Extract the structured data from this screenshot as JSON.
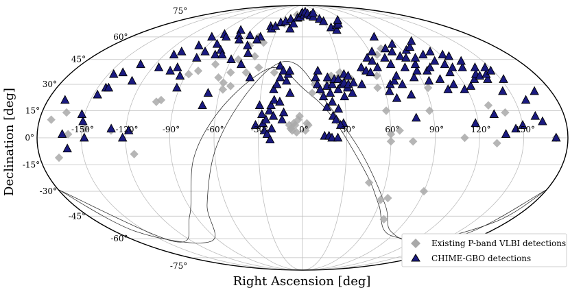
{
  "chart_data": {
    "type": "scatter",
    "projection": "mollweide",
    "xlabel": "Right Ascension [deg]",
    "ylabel": "Declination [deg]",
    "xlim": [
      -180,
      180
    ],
    "ylim": [
      -90,
      90
    ],
    "grid": true,
    "legend_position": "bottom-right",
    "x_ticks": [
      {
        "value": -150,
        "label": "-150°"
      },
      {
        "value": -120,
        "label": "-120°"
      },
      {
        "value": -90,
        "label": "-90°"
      },
      {
        "value": -60,
        "label": "-60°"
      },
      {
        "value": -30,
        "label": "-30°"
      },
      {
        "value": 0,
        "label": "0°"
      },
      {
        "value": 30,
        "label": "30°"
      },
      {
        "value": 60,
        "label": "60°"
      },
      {
        "value": 90,
        "label": "90°"
      },
      {
        "value": 120,
        "label": "120°"
      },
      {
        "value": 150,
        "label": "150°"
      }
    ],
    "y_ticks": [
      {
        "value": 75,
        "label": "75°"
      },
      {
        "value": 60,
        "label": "60°"
      },
      {
        "value": 45,
        "label": "45°"
      },
      {
        "value": 30,
        "label": "30°"
      },
      {
        "value": 15,
        "label": "15°"
      },
      {
        "value": 0,
        "label": "0°"
      },
      {
        "value": -15,
        "label": "-15°"
      },
      {
        "value": -30,
        "label": "-30°"
      },
      {
        "value": -45,
        "label": "-45°"
      },
      {
        "value": -60,
        "label": "-60°"
      },
      {
        "value": -75,
        "label": "-75°"
      }
    ],
    "colors": {
      "vlbi": "#a9a9a9",
      "chime_fill": "#1a1a80",
      "chime_edge": "#000000",
      "frame": "#000000",
      "grid": "#bdbdbd",
      "galactic": "#333333"
    },
    "series": [
      {
        "name": "Existing P-band VLBI detections",
        "marker": "diamond",
        "points": [
          [
            -172,
            10
          ],
          [
            -167,
            -11
          ],
          [
            -163,
            14
          ],
          [
            -159,
            2
          ],
          [
            -148,
            5
          ],
          [
            -130,
            4
          ],
          [
            -115,
            -9
          ],
          [
            -103,
            20
          ],
          [
            -100,
            21
          ],
          [
            -88,
            36
          ],
          [
            -82,
            38
          ],
          [
            -71,
            42
          ],
          [
            -56,
            37
          ],
          [
            -54,
            45
          ],
          [
            -50,
            54
          ],
          [
            -46,
            60
          ],
          [
            -41,
            47
          ],
          [
            -64,
            34
          ],
          [
            -59,
            31
          ],
          [
            -58,
            27
          ],
          [
            -53,
            29
          ],
          [
            -44,
            37
          ],
          [
            -35,
            40
          ],
          [
            -22,
            37
          ],
          [
            -9,
            7
          ],
          [
            -8,
            5
          ],
          [
            -7,
            4
          ],
          [
            -6,
            8
          ],
          [
            -5,
            7
          ],
          [
            -3,
            10
          ],
          [
            -2,
            12
          ],
          [
            2,
            4
          ],
          [
            3,
            8
          ],
          [
            4,
            7
          ],
          [
            7,
            25
          ],
          [
            9,
            30
          ],
          [
            13,
            26
          ],
          [
            18,
            29
          ],
          [
            19,
            32
          ],
          [
            20,
            34
          ],
          [
            22,
            35
          ],
          [
            24,
            32
          ],
          [
            25,
            33
          ],
          [
            27,
            34
          ],
          [
            29,
            37
          ],
          [
            30,
            31
          ],
          [
            32,
            30
          ],
          [
            33,
            33
          ],
          [
            35,
            34
          ],
          [
            37,
            33
          ],
          [
            -4,
            3
          ],
          [
            48,
            38
          ],
          [
            57,
            35
          ],
          [
            65,
            48
          ],
          [
            72,
            52
          ],
          [
            55,
            28
          ],
          [
            58,
            15
          ],
          [
            88,
            15
          ],
          [
            60,
            2
          ],
          [
            60,
            -2
          ],
          [
            66,
            4
          ],
          [
            75,
            -2
          ],
          [
            92,
            28
          ],
          [
            110,
            0
          ],
          [
            130,
            18
          ],
          [
            140,
            14
          ],
          [
            172,
            0
          ],
          [
            132,
            -3
          ],
          [
            60,
            -35
          ],
          [
            70,
            -47
          ],
          [
            65,
            -34
          ],
          [
            90,
            -30
          ],
          [
            48,
            -25
          ],
          [
            -24,
            70
          ],
          [
            -18,
            73
          ],
          [
            -10,
            78
          ],
          [
            5,
            80
          ],
          [
            20,
            77
          ],
          [
            -35,
            67
          ],
          [
            -38,
            56
          ]
        ]
      },
      {
        "name": "CHIME-GBO detections",
        "marker": "triangle",
        "points": [
          [
            -168,
            21
          ],
          [
            -163,
            2
          ],
          [
            -160,
            -6
          ],
          [
            -152,
            13
          ],
          [
            -150,
            9
          ],
          [
            -148,
            0
          ],
          [
            -147,
            24
          ],
          [
            -146,
            36
          ],
          [
            -144,
            28
          ],
          [
            -142,
            28
          ],
          [
            -140,
            37
          ],
          [
            -132,
            42
          ],
          [
            -130,
            5
          ],
          [
            -128,
            32
          ],
          [
            -122,
            0
          ],
          [
            -118,
            4
          ],
          [
            -115,
            40
          ],
          [
            -112,
            48
          ],
          [
            -108,
            50
          ],
          [
            -104,
            38
          ],
          [
            -100,
            40
          ],
          [
            -98,
            54
          ],
          [
            -95,
            60
          ],
          [
            -94,
            35
          ],
          [
            -92,
            28
          ],
          [
            -90,
            46
          ],
          [
            -87,
            50
          ],
          [
            -85,
            62
          ],
          [
            -82,
            55
          ],
          [
            -80,
            60
          ],
          [
            -76,
            48
          ],
          [
            -74,
            51
          ],
          [
            -72,
            65
          ],
          [
            -70,
            48
          ],
          [
            -68,
            61
          ],
          [
            -64,
            58
          ],
          [
            -60,
            45
          ],
          [
            -56,
            61
          ],
          [
            -52,
            54
          ],
          [
            -48,
            49
          ],
          [
            -44,
            60
          ],
          [
            -40,
            68
          ],
          [
            -37,
            66
          ],
          [
            -34,
            68
          ],
          [
            -30,
            71
          ],
          [
            -24,
            72
          ],
          [
            -18,
            74
          ],
          [
            -15,
            66
          ],
          [
            -12,
            70
          ],
          [
            -8,
            75
          ],
          [
            -4,
            76
          ],
          [
            -2,
            79
          ],
          [
            0,
            80
          ],
          [
            3,
            78
          ],
          [
            6,
            81
          ],
          [
            10,
            79
          ],
          [
            14,
            77
          ],
          [
            18,
            76
          ],
          [
            22,
            80
          ],
          [
            26,
            74
          ],
          [
            30,
            72
          ],
          [
            35,
            67
          ],
          [
            40,
            65
          ],
          [
            44,
            69
          ],
          [
            48,
            70
          ],
          [
            52,
            73
          ],
          [
            -32,
            7
          ],
          [
            -30,
            18
          ],
          [
            -28,
            13
          ],
          [
            -27,
            8
          ],
          [
            -26,
            4
          ],
          [
            -25,
            10
          ],
          [
            -24,
            2
          ],
          [
            -23,
            15
          ],
          [
            -22,
            18
          ],
          [
            -22,
            -1
          ],
          [
            -21,
            5
          ],
          [
            -21,
            27
          ],
          [
            -20,
            21
          ],
          [
            -20,
            12
          ],
          [
            -19,
            30
          ],
          [
            -18,
            41
          ],
          [
            -17,
            34
          ],
          [
            -16,
            20
          ],
          [
            -15,
            38
          ],
          [
            -14,
            10
          ],
          [
            -13,
            14
          ],
          [
            -12,
            32
          ],
          [
            -11,
            36
          ],
          [
            -10,
            38
          ],
          [
            -9,
            25
          ],
          [
            -50,
            42
          ],
          [
            -46,
            58
          ],
          [
            -68,
            25
          ],
          [
            -70,
            18
          ],
          [
            -40,
            34
          ],
          [
            15,
            23
          ],
          [
            17,
            17
          ],
          [
            18,
            29
          ],
          [
            19,
            34
          ],
          [
            20,
            25
          ],
          [
            21,
            12
          ],
          [
            21,
            20
          ],
          [
            22,
            30
          ],
          [
            23,
            10
          ],
          [
            24,
            33
          ],
          [
            25,
            16
          ],
          [
            26,
            27
          ],
          [
            27,
            33
          ],
          [
            28,
            8
          ],
          [
            29,
            30
          ],
          [
            30,
            23
          ],
          [
            31,
            31
          ],
          [
            32,
            36
          ],
          [
            33,
            28
          ],
          [
            34,
            30
          ],
          [
            35,
            35
          ],
          [
            36,
            25
          ],
          [
            38,
            31
          ],
          [
            10,
            34
          ],
          [
            12,
            38
          ],
          [
            11,
            30
          ],
          [
            13,
            27
          ],
          [
            15,
            1
          ],
          [
            18,
            1
          ],
          [
            20,
            0
          ],
          [
            24,
            0
          ],
          [
            26,
            7
          ],
          [
            44,
            30
          ],
          [
            47,
            40
          ],
          [
            50,
            38
          ],
          [
            53,
            37
          ],
          [
            55,
            46
          ],
          [
            58,
            44
          ],
          [
            60,
            40
          ],
          [
            62,
            50
          ],
          [
            63,
            26
          ],
          [
            65,
            30
          ],
          [
            67,
            22
          ],
          [
            69,
            32
          ],
          [
            70,
            46
          ],
          [
            72,
            42
          ],
          [
            72,
            35
          ],
          [
            74,
            30
          ],
          [
            75,
            60
          ],
          [
            76,
            52
          ],
          [
            78,
            24
          ],
          [
            78,
            11
          ],
          [
            80,
            50
          ],
          [
            82,
            40
          ],
          [
            84,
            47
          ],
          [
            85,
            34
          ],
          [
            86,
            55
          ],
          [
            88,
            46
          ],
          [
            90,
            38
          ],
          [
            92,
            42
          ],
          [
            94,
            51
          ],
          [
            95,
            32
          ],
          [
            96,
            46
          ],
          [
            98,
            38
          ],
          [
            100,
            53
          ],
          [
            102,
            40
          ],
          [
            104,
            33
          ],
          [
            105,
            48
          ],
          [
            106,
            27
          ],
          [
            108,
            57
          ],
          [
            110,
            44
          ],
          [
            112,
            30
          ],
          [
            114,
            50
          ],
          [
            115,
            37
          ],
          [
            116,
            42
          ],
          [
            118,
            27
          ],
          [
            120,
            40
          ],
          [
            122,
            48
          ],
          [
            124,
            29
          ],
          [
            126,
            47
          ],
          [
            128,
            40
          ],
          [
            130,
            33
          ],
          [
            132,
            44
          ],
          [
            134,
            36
          ],
          [
            136,
            35
          ],
          [
            138,
            40
          ],
          [
            140,
            33
          ],
          [
            142,
            36
          ],
          [
            145,
            26
          ],
          [
            146,
            40
          ],
          [
            148,
            38
          ],
          [
            152,
            33
          ],
          [
            158,
            21
          ],
          [
            160,
            12
          ],
          [
            164,
            9
          ],
          [
            168,
            26
          ],
          [
            132,
            13
          ],
          [
            118,
            8
          ],
          [
            138,
            2
          ],
          [
            172,
            0
          ],
          [
            145,
            5
          ],
          [
            150,
            7
          ]
        ]
      }
    ]
  },
  "galactic_plane": [
    [
      180,
      -29
    ],
    [
      160,
      -57
    ],
    [
      90,
      -58
    ],
    [
      60,
      -38
    ],
    [
      45,
      -20
    ],
    [
      20,
      12
    ],
    [
      0,
      28
    ],
    [
      -20,
      40
    ],
    [
      -40,
      32
    ],
    [
      -60,
      12
    ],
    [
      -75,
      -12
    ],
    [
      -95,
      -45
    ],
    [
      -140,
      -62
    ],
    [
      -180,
      -29
    ]
  ],
  "galactic_plane_2": [
    [
      180,
      -29
    ],
    [
      170,
      -48
    ],
    [
      130,
      -62
    ],
    [
      85,
      -55
    ],
    [
      65,
      -38
    ],
    [
      40,
      -8
    ],
    [
      15,
      22
    ],
    [
      -5,
      42
    ],
    [
      -25,
      40
    ],
    [
      -45,
      18
    ],
    [
      -60,
      -8
    ],
    [
      -75,
      -38
    ],
    [
      -100,
      -62
    ],
    [
      -160,
      -55
    ],
    [
      -180,
      -29
    ]
  ]
}
